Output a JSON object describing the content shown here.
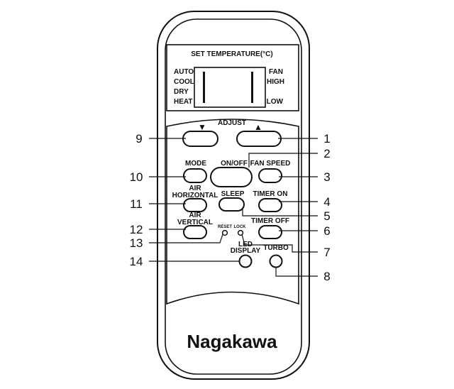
{
  "display": {
    "title": "SET TEMPERATURE(°C)",
    "modes_left": [
      "AUTO",
      "COOL",
      "DRY",
      "HEAT"
    ],
    "modes_right": [
      "FAN",
      "HIGH",
      "",
      "LOW"
    ]
  },
  "adjust": {
    "label": "ADJUST",
    "down_glyph": "▼",
    "up_glyph": "▲"
  },
  "buttons": {
    "on_off": "ON/OFF",
    "mode": "MODE",
    "fan_speed": "FAN SPEED",
    "air_horizontal_line1": "AIR",
    "air_horizontal_line2": "HORIZONTAL",
    "sleep": "SLEEP",
    "timer_on": "TIMER ON",
    "air_vertical_line1": "AIR",
    "air_vertical_line2": "VERTICAL",
    "timer_off": "TIMER OFF",
    "reset": "RESET",
    "lock": "LOCK",
    "led_line1": "LED",
    "led_line2": "DISPLAY",
    "turbo": "TURBO"
  },
  "brand": "Nagakawa",
  "callouts": {
    "n1": "1",
    "n2": "2",
    "n3": "3",
    "n4": "4",
    "n5": "5",
    "n6": "6",
    "n7": "7",
    "n8": "8",
    "n9": "9",
    "n10": "10",
    "n11": "11",
    "n12": "12",
    "n13": "13",
    "n14": "14"
  }
}
